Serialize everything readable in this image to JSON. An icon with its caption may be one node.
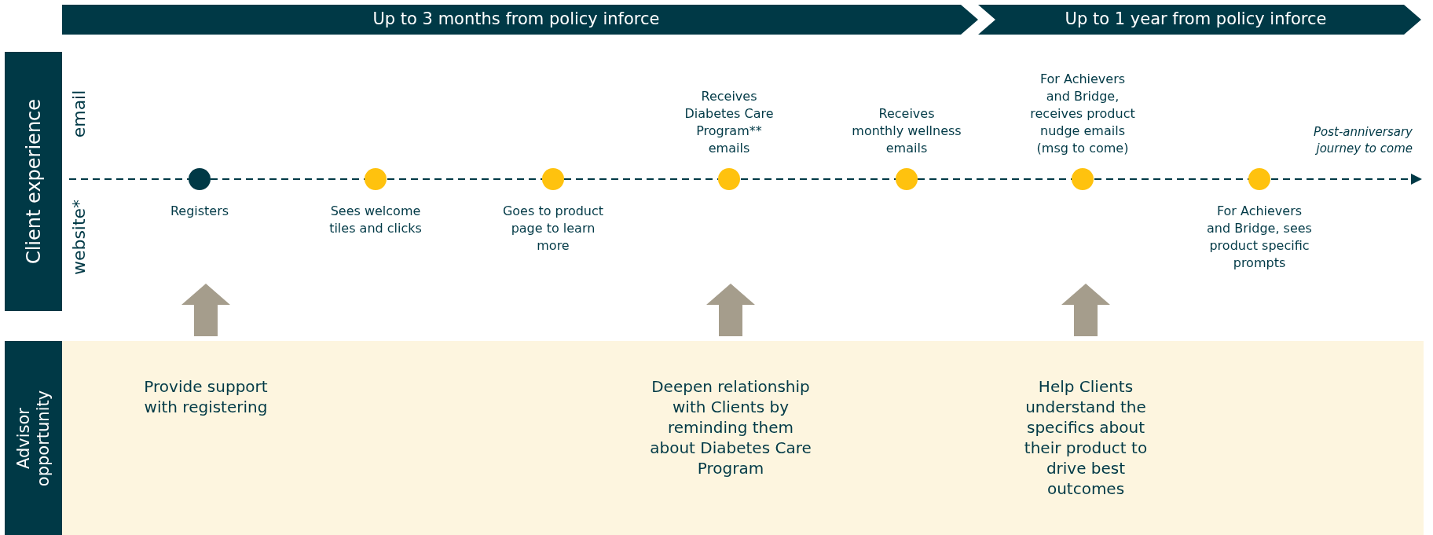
{
  "diagram": {
    "nodes": [
      {
        "text": [
          "Up to 3 months from policy inforce"
        ]
      },
      {
        "text": [
          "Up to 1 year from policy inforce"
        ]
      },
      {
        "text": [
          "Client experience"
        ]
      },
      {
        "text": [
          "Advisor opportunity"
        ]
      },
      {
        "text": [],
        "shape": "circle",
        "beside": [
          "Registers"
        ]
      },
      {
        "text": [],
        "shape": "circle",
        "beside": [
          "Sees welcome tiles and clicks"
        ]
      },
      {
        "text": [],
        "shape": "circle",
        "beside": [
          "Goes to product page to learn more"
        ]
      },
      {
        "text": [],
        "shape": "circle",
        "beside": [
          "Receives Diabetes Care Program** emails"
        ]
      },
      {
        "text": [],
        "shape": "circle",
        "beside": [
          "Receives monthly wellness emails"
        ]
      },
      {
        "text": [],
        "shape": "circle",
        "beside": [
          "For Achievers and Bridge, receives product nudge emails (msg to come)"
        ]
      },
      {
        "text": [],
        "shape": "circle",
        "beside": [
          "For Achievers and Bridge, sees product specific prompts"
        ]
      },
      {
        "text": [
          "Provide support with registering"
        ]
      },
      {
        "text": [
          "Deepen relationship with Clients by reminding them about Diabetes Care Program"
        ]
      },
      {
        "text": [
          "Help Clients understand the specifics about their product to drive best outcomes"
        ]
      }
    ],
    "labels": [
      "email",
      "website*",
      "Post-anniversary journey to come"
    ]
  }
}
